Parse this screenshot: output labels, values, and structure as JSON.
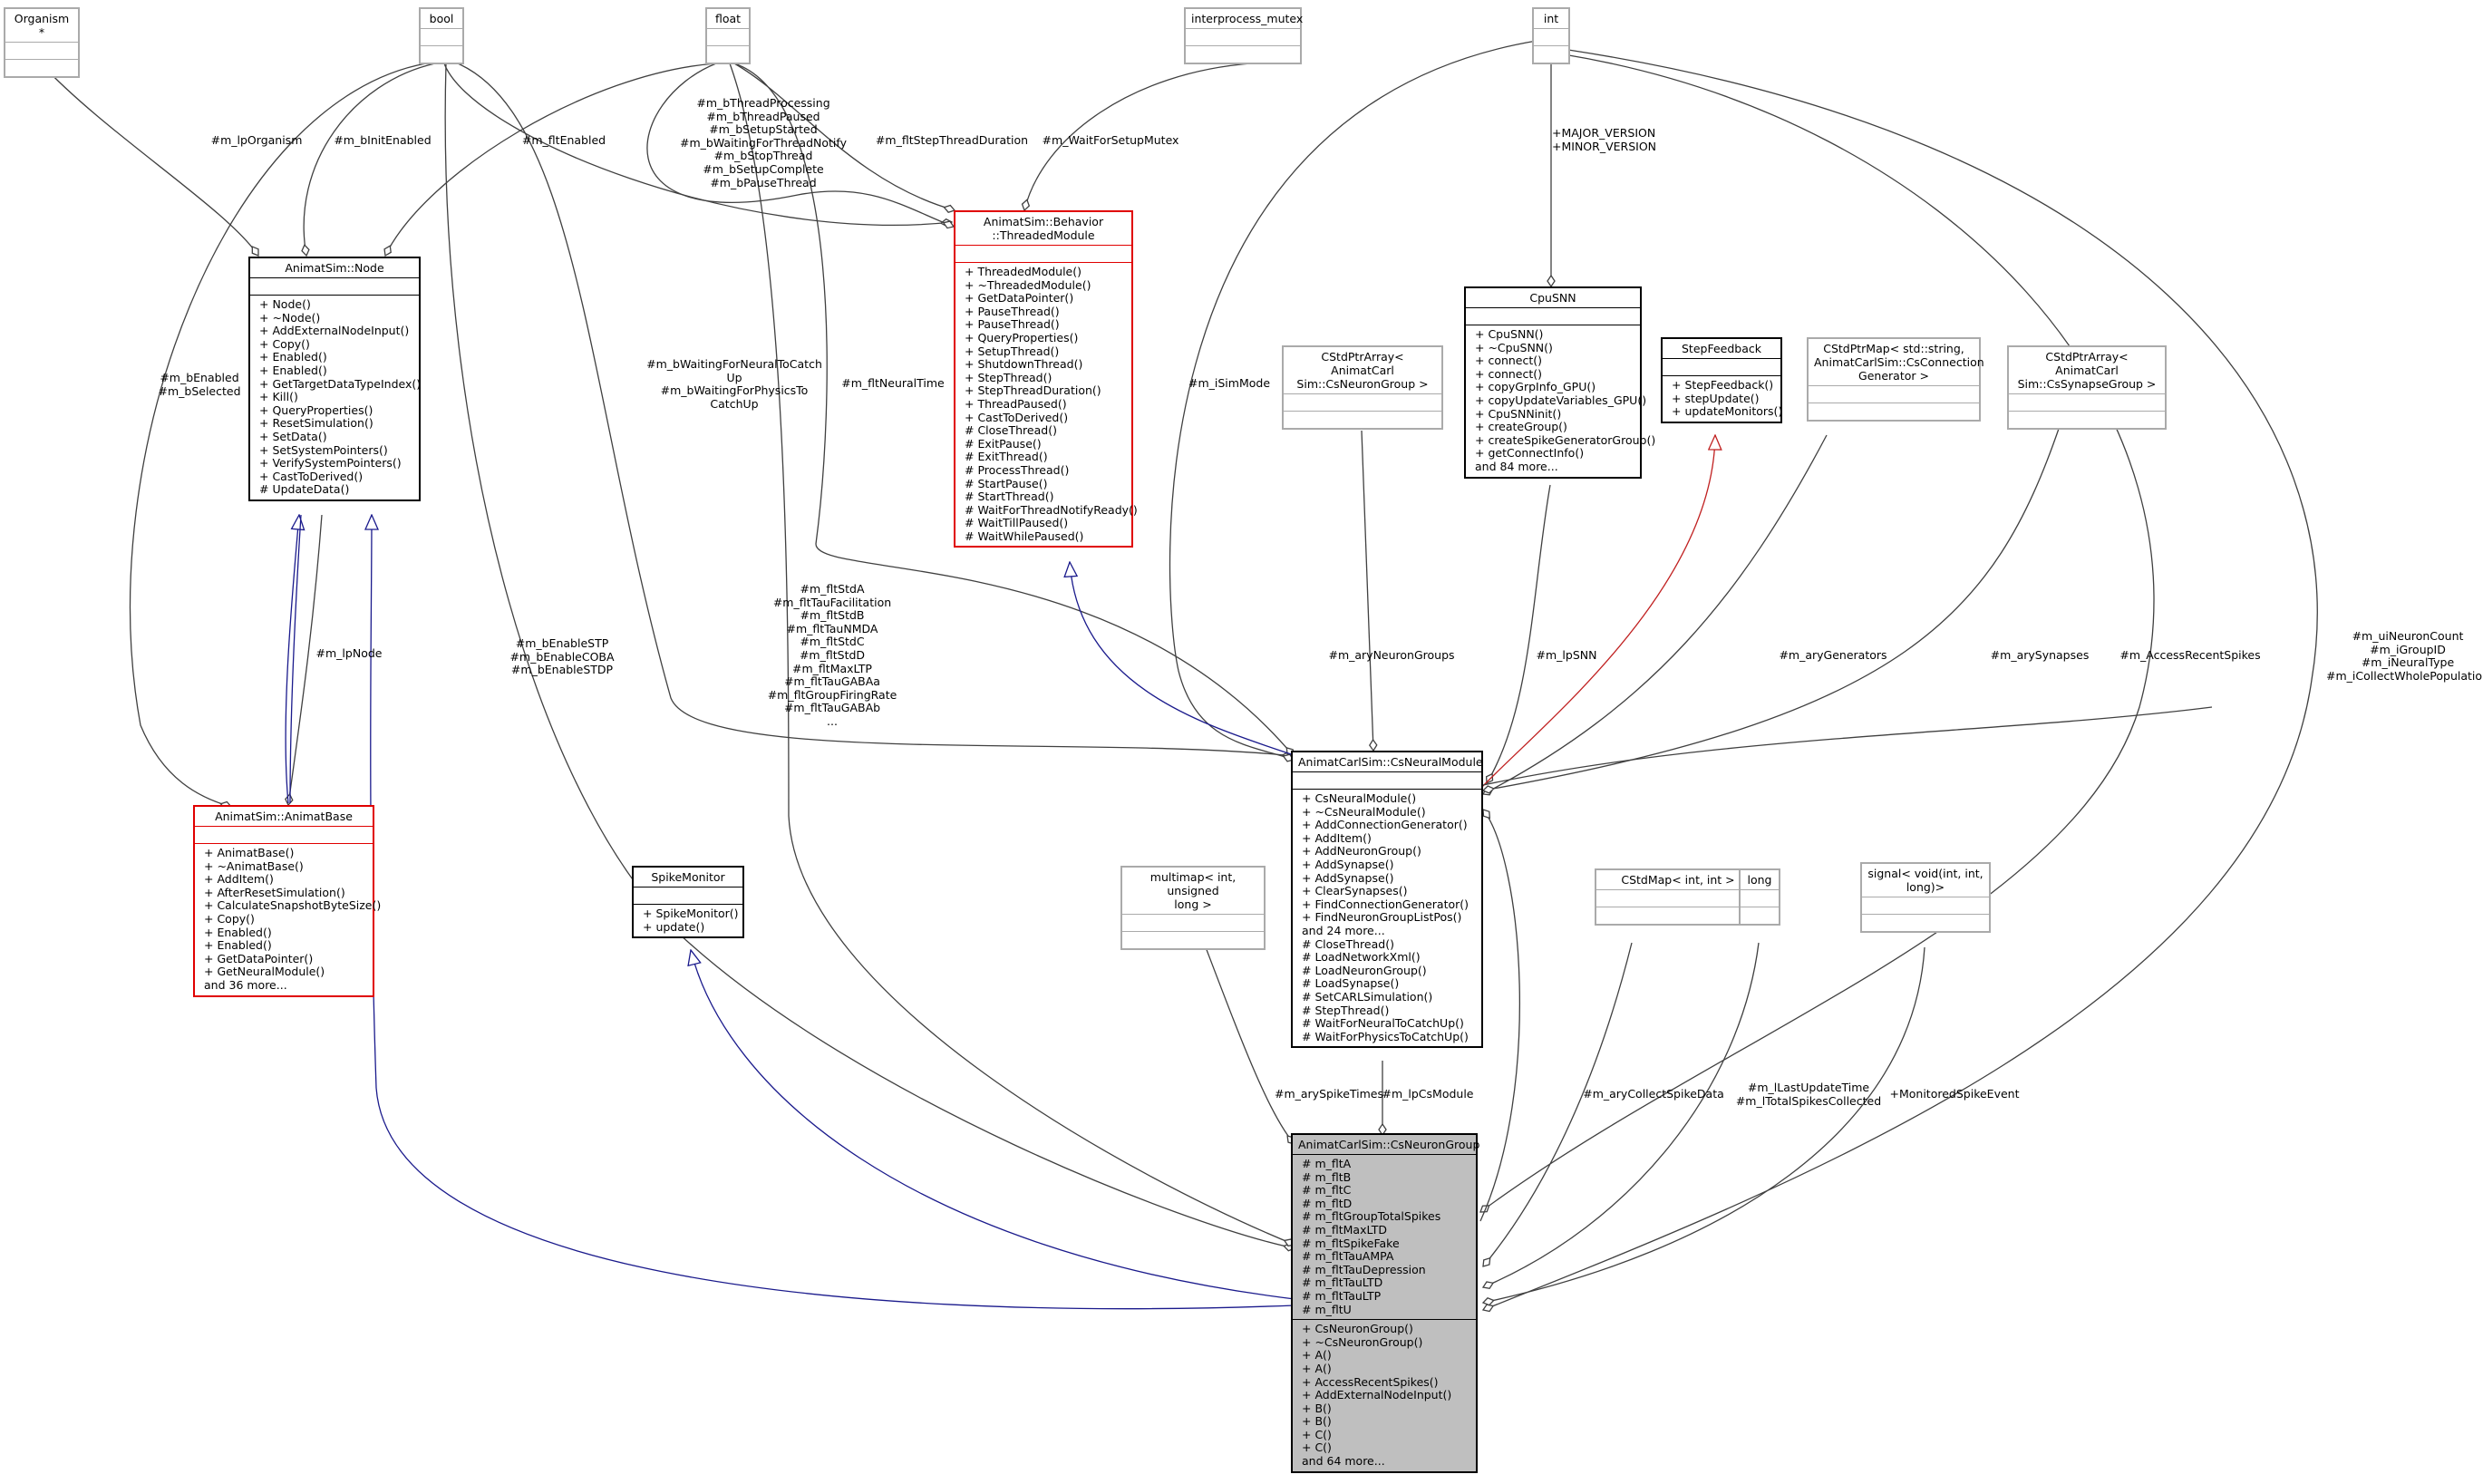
{
  "nodes": {
    "organism": {
      "title": "Organism *",
      "sections": [
        [],
        []
      ]
    },
    "bool": {
      "title": "bool",
      "sections": [
        [],
        []
      ]
    },
    "float": {
      "title": "float",
      "sections": [
        [],
        []
      ]
    },
    "interprocess_mutex": {
      "title": "interprocess_mutex",
      "sections": [
        [],
        []
      ]
    },
    "int": {
      "title": "int",
      "sections": [
        [],
        []
      ]
    },
    "node": {
      "title": "AnimatSim::Node",
      "sections": [
        [],
        [
          "+ Node()",
          "+ ~Node()",
          "+ AddExternalNodeInput()",
          "+ Copy()",
          "+ Enabled()",
          "+ Enabled()",
          "+ GetTargetDataTypeIndex()",
          "+ Kill()",
          "+ QueryProperties()",
          "+ ResetSimulation()",
          "+ SetData()",
          "+ SetSystemPointers()",
          "+ VerifySystemPointers()",
          "+ CastToDerived()",
          "# UpdateData()"
        ]
      ]
    },
    "threaded": {
      "title": "AnimatSim::Behavior\n::ThreadedModule",
      "sections": [
        [],
        [
          "+ ThreadedModule()",
          "+ ~ThreadedModule()",
          "+ GetDataPointer()",
          "+ PauseThread()",
          "+ PauseThread()",
          "+ QueryProperties()",
          "+ SetupThread()",
          "+ ShutdownThread()",
          "+ StepThread()",
          "+ StepThreadDuration()",
          "+ ThreadPaused()",
          "+ CastToDerived()",
          "# CloseThread()",
          "# ExitPause()",
          "# ExitThread()",
          "# ProcessThread()",
          "# StartPause()",
          "# StartThread()",
          "# WaitForThreadNotifyReady()",
          "# WaitTillPaused()",
          "# WaitWhilePaused()"
        ]
      ]
    },
    "cpusnn": {
      "title": "CpuSNN",
      "sections": [
        [],
        [
          "+ CpuSNN()",
          "+ ~CpuSNN()",
          "+ connect()",
          "+ connect()",
          "+ copyGrpInfo_GPU()",
          "+ copyUpdateVariables_GPU()",
          "+ CpuSNNinit()",
          "+ createGroup()",
          "+ createSpikeGeneratorGroup()",
          "+ getConnectInfo()",
          "and 84 more..."
        ]
      ]
    },
    "ngroups_arr": {
      "title": "CStdPtrArray< AnimatCarl\nSim::CsNeuronGroup >",
      "sections": [
        [],
        []
      ]
    },
    "stepfeedback": {
      "title": "StepFeedback",
      "sections": [
        [],
        [
          "+ StepFeedback()",
          "+ stepUpdate()",
          "+ updateMonitors()"
        ]
      ]
    },
    "ptrmap": {
      "title": "CStdPtrMap< std::string,\n AnimatCarlSim::CsConnection\nGenerator >",
      "sections": [
        [],
        []
      ]
    },
    "synarr": {
      "title": "CStdPtrArray< AnimatCarl\nSim::CsSynapseGroup >",
      "sections": [
        [],
        []
      ]
    },
    "animatbase": {
      "title": "AnimatSim::AnimatBase",
      "sections": [
        [],
        [
          "+ AnimatBase()",
          "+ ~AnimatBase()",
          "+ AddItem()",
          "+ AfterResetSimulation()",
          "+ CalculateSnapshotByteSize()",
          "+ Copy()",
          "+ Enabled()",
          "+ Enabled()",
          "+ GetDataPointer()",
          "+ GetNeuralModule()",
          "and 36 more..."
        ]
      ]
    },
    "spikemonitor": {
      "title": "SpikeMonitor",
      "sections": [
        [],
        [
          "+ SpikeMonitor()",
          "+ update()"
        ]
      ]
    },
    "multimap": {
      "title": "multimap< int, unsigned\n long >",
      "sections": [
        [],
        []
      ]
    },
    "neuralmodule": {
      "title": "AnimatCarlSim::CsNeuralModule",
      "sections": [
        [],
        [
          "+ CsNeuralModule()",
          "+ ~CsNeuralModule()",
          "+ AddConnectionGenerator()",
          "+ AddItem()",
          "+ AddNeuronGroup()",
          "+ AddSynapse()",
          "+ AddSynapse()",
          "+ ClearSynapses()",
          "+ FindConnectionGenerator()",
          "+ FindNeuronGroupListPos()",
          "and 24 more...",
          "# CloseThread()",
          "# LoadNetworkXml()",
          "# LoadNeuronGroup()",
          "# LoadSynapse()",
          "# SetCARLSimulation()",
          "# StepThread()",
          "# WaitForNeuralToCatchUp()",
          "# WaitForPhysicsToCatchUp()"
        ]
      ]
    },
    "cstdmap": {
      "title": "CStdMap< int, int >",
      "sections": [
        [],
        []
      ]
    },
    "long": {
      "title": "long",
      "sections": [
        [],
        []
      ]
    },
    "signal": {
      "title": "signal< void(int, int,\n long)>",
      "sections": [
        [],
        []
      ]
    },
    "neurongroup": {
      "title": "AnimatCarlSim::CsNeuronGroup",
      "sections": [
        [
          "# m_fltA",
          "# m_fltB",
          "# m_fltC",
          "# m_fltD",
          "# m_fltGroupTotalSpikes",
          "# m_fltMaxLTD",
          "# m_fltSpikeFake",
          "# m_fltTauAMPA",
          "# m_fltTauDepression",
          "# m_fltTauLTD",
          "# m_fltTauLTP",
          "# m_fltU"
        ],
        [
          "+ CsNeuronGroup()",
          "+ ~CsNeuronGroup()",
          "+ A()",
          "+ A()",
          "+ AccessRecentSpikes()",
          "+ AddExternalNodeInput()",
          "+ B()",
          "+ B()",
          "+ C()",
          "+ C()",
          "and 64 more..."
        ]
      ]
    }
  },
  "edge_labels": {
    "lpOrganism": "#m_lpOrganism",
    "bInitEnabled": "#m_bInitEnabled",
    "fltEnabled": "#m_fltEnabled",
    "threadFlags": "#m_bThreadProcessing\n#m_bThreadPaused\n#m_bSetupStarted\n#m_bWaitingForThreadNotify\n#m_bStopThread\n#m_bSetupComplete\n#m_bPauseThread",
    "fltStepThreadDuration": "#m_fltStepThreadDuration",
    "waitForSetupMutex": "#m_WaitForSetupMutex",
    "version": "+MAJOR_VERSION\n+MINOR_VERSION",
    "bEnabledSelected": "#m_bEnabled\n#m_bSelected",
    "waitingCatchUp": "#m_bWaitingForNeuralToCatch\nUp\n#m_bWaitingForPhysicsTo\nCatchUp",
    "fltNeuralTime": "#m_fltNeuralTime",
    "iSimMode": "#m_iSimMode",
    "lpNode": "#m_lpNode",
    "enableFlags": "#m_bEnableSTP\n#m_bEnableCOBA\n#m_bEnableSTDP",
    "groupFloats": "#m_fltStdA\n#m_fltTauFacilitation\n#m_fltStdB\n#m_fltTauNMDA\n#m_fltStdC\n#m_fltStdD\n#m_fltMaxLTP\n#m_fltTauGABAa\n#m_fltGroupFiringRate\n#m_fltTauGABAb\n...",
    "aryNeuronGroups": "#m_aryNeuronGroups",
    "lpSNN": "#m_lpSNN",
    "aryGenerators": "#m_aryGenerators",
    "arySynapses": "#m_arySynapses",
    "accessRecentSpikes": "#m_AccessRecentSpikes",
    "intFields": "#m_uiNeuronCount\n#m_iGroupID\n#m_iNeuralType\n#m_iCollectWholePopulation",
    "arySpikeTimes": "#m_arySpikeTimes",
    "lpCsModule": "#m_lpCsModule",
    "aryCollectSpikeData": "#m_aryCollectSpikeData",
    "longFields": "#m_lLastUpdateTime\n#m_lTotalSpikesCollected",
    "monitoredSpikeEvent": "+MonitoredSpikeEvent"
  }
}
